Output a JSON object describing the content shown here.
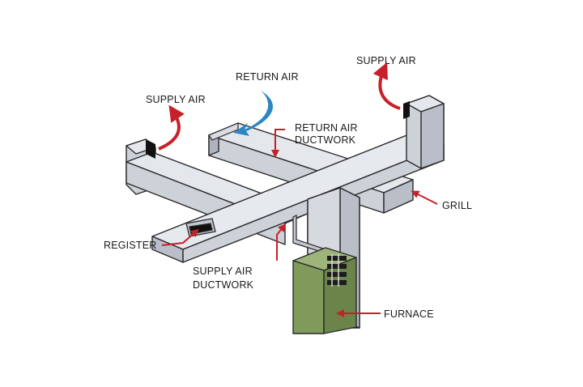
{
  "labels": {
    "supply_air_left": "SUPPLY AIR",
    "return_air": "RETURN AIR",
    "supply_air_right": "SUPPLY AIR",
    "return_ductwork_line1": "RETURN AIR",
    "return_ductwork_line2": "DUCTWORK",
    "grill": "GRILL",
    "register": "REGISTER",
    "supply_ductwork_line1": "SUPPLY AIR",
    "supply_ductwork_line2": "DUCTWORK",
    "furnace": "FURNACE"
  },
  "colors": {
    "supply_arrow": "#c8202a",
    "return_arrow": "#2d86c4",
    "duct_top": "#e4e7ec",
    "duct_side": "#b9bec8",
    "duct_front": "#cdd1d8",
    "outline": "#2a2a2a",
    "furnace_front": "#7f9a5a",
    "furnace_side": "#5f7a42",
    "furnace_top": "#9db47a"
  },
  "icons": {
    "supply": "red-curved-arrow-icon",
    "return": "blue-curved-arrow-icon",
    "pointer": "red-leader-arrow-icon"
  }
}
